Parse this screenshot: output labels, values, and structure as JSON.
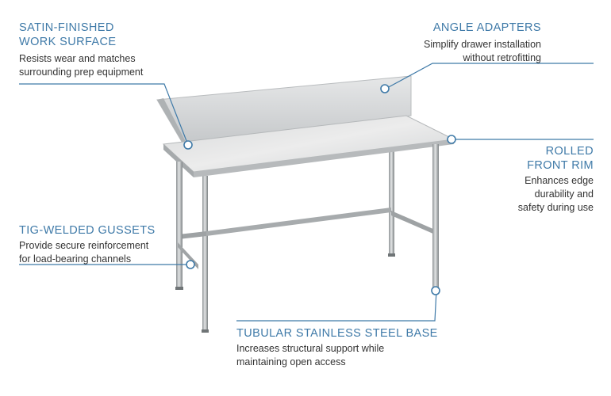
{
  "colors": {
    "accent": "#3f7aa8",
    "text": "#333333",
    "steel": "#c9ccce"
  },
  "callouts": {
    "work_surface": {
      "title_line1": "SATIN-FINISHED",
      "title_line2": "WORK SURFACE",
      "desc_line1": "Resists wear and matches",
      "desc_line2": "surrounding prep equipment"
    },
    "angle_adapters": {
      "title": "ANGLE ADAPTERS",
      "desc_line1": "Simplify drawer installation",
      "desc_line2": "without retrofitting"
    },
    "front_rim": {
      "title_line1": "ROLLED",
      "title_line2": "FRONT RIM",
      "desc_line1": "Enhances edge",
      "desc_line2": "durability and",
      "desc_line3": "safety during use"
    },
    "gussets": {
      "title": "TIG-WELDED GUSSETS",
      "desc_line1": "Provide secure reinforcement",
      "desc_line2": "for load-bearing channels"
    },
    "base": {
      "title": "TUBULAR STAINLESS STEEL BASE",
      "desc_line1": "Increases structural support while",
      "desc_line2": "maintaining open access"
    }
  }
}
